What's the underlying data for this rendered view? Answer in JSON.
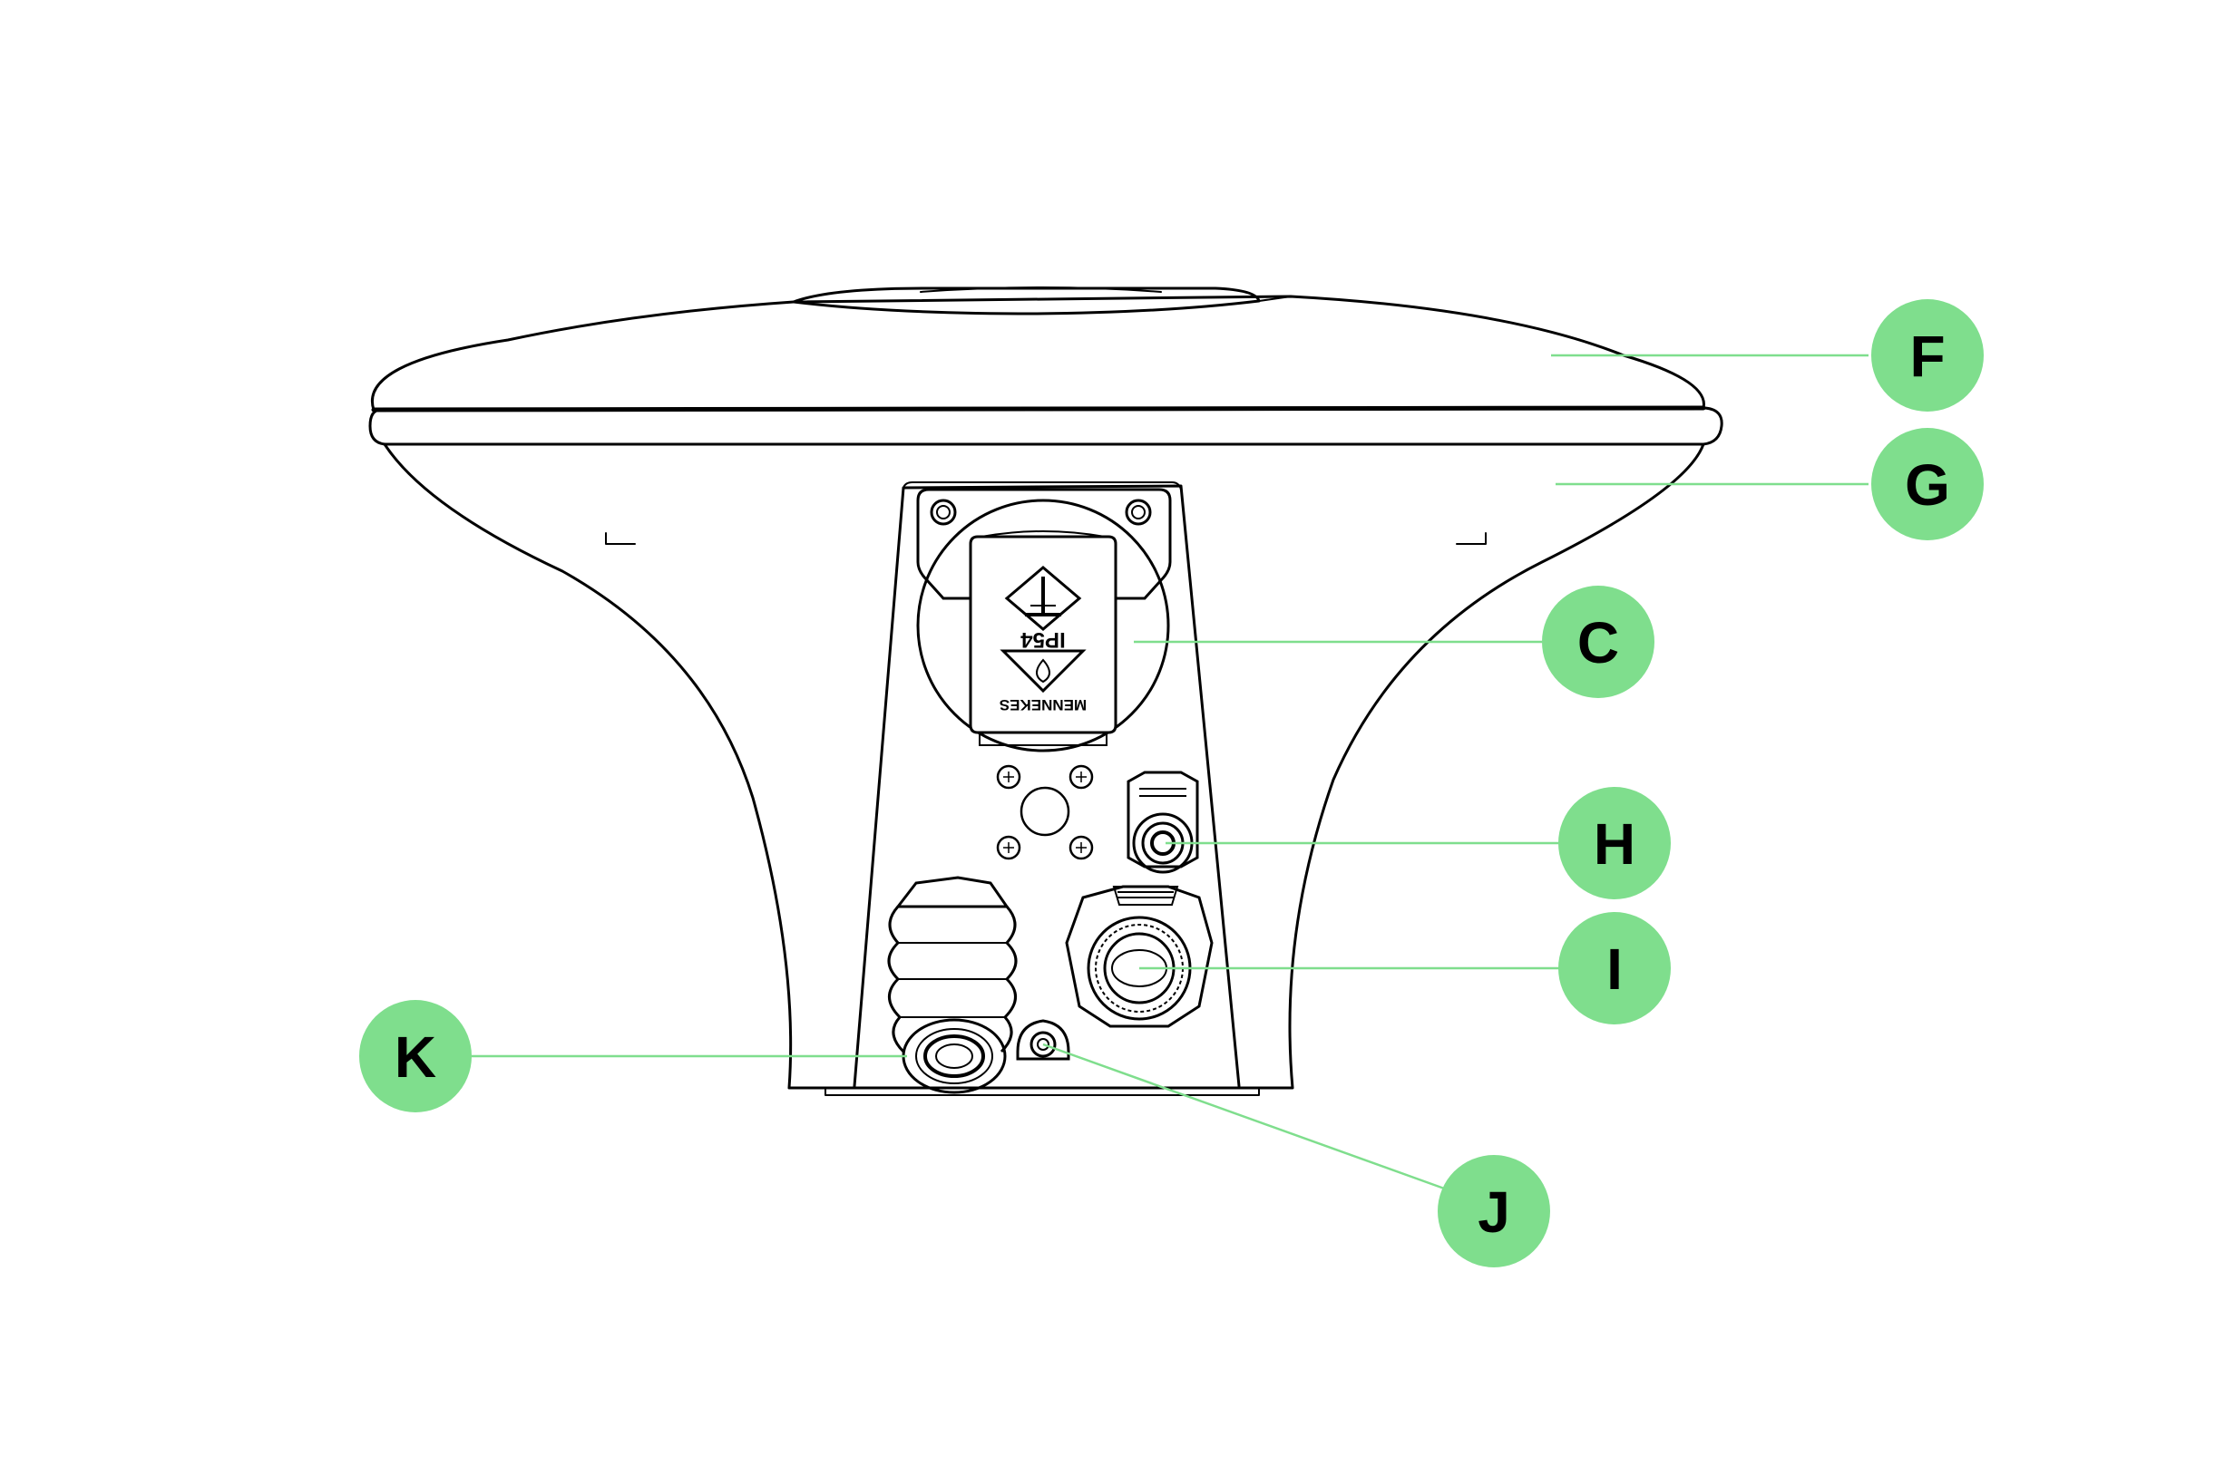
{
  "diagram": {
    "callouts": [
      {
        "id": "F",
        "label": "F"
      },
      {
        "id": "G",
        "label": "G"
      },
      {
        "id": "C",
        "label": "C"
      },
      {
        "id": "H",
        "label": "H"
      },
      {
        "id": "I",
        "label": "I"
      },
      {
        "id": "K",
        "label": "K"
      },
      {
        "id": "J",
        "label": "J"
      }
    ],
    "socket_cap": {
      "rating_text": "IP54",
      "brand_text": "MENNEKES"
    },
    "colors": {
      "callout_fill": "#7fde8d",
      "leader_line": "#7fde8d",
      "drawing_stroke": "#000000",
      "background": "#ffffff"
    }
  }
}
